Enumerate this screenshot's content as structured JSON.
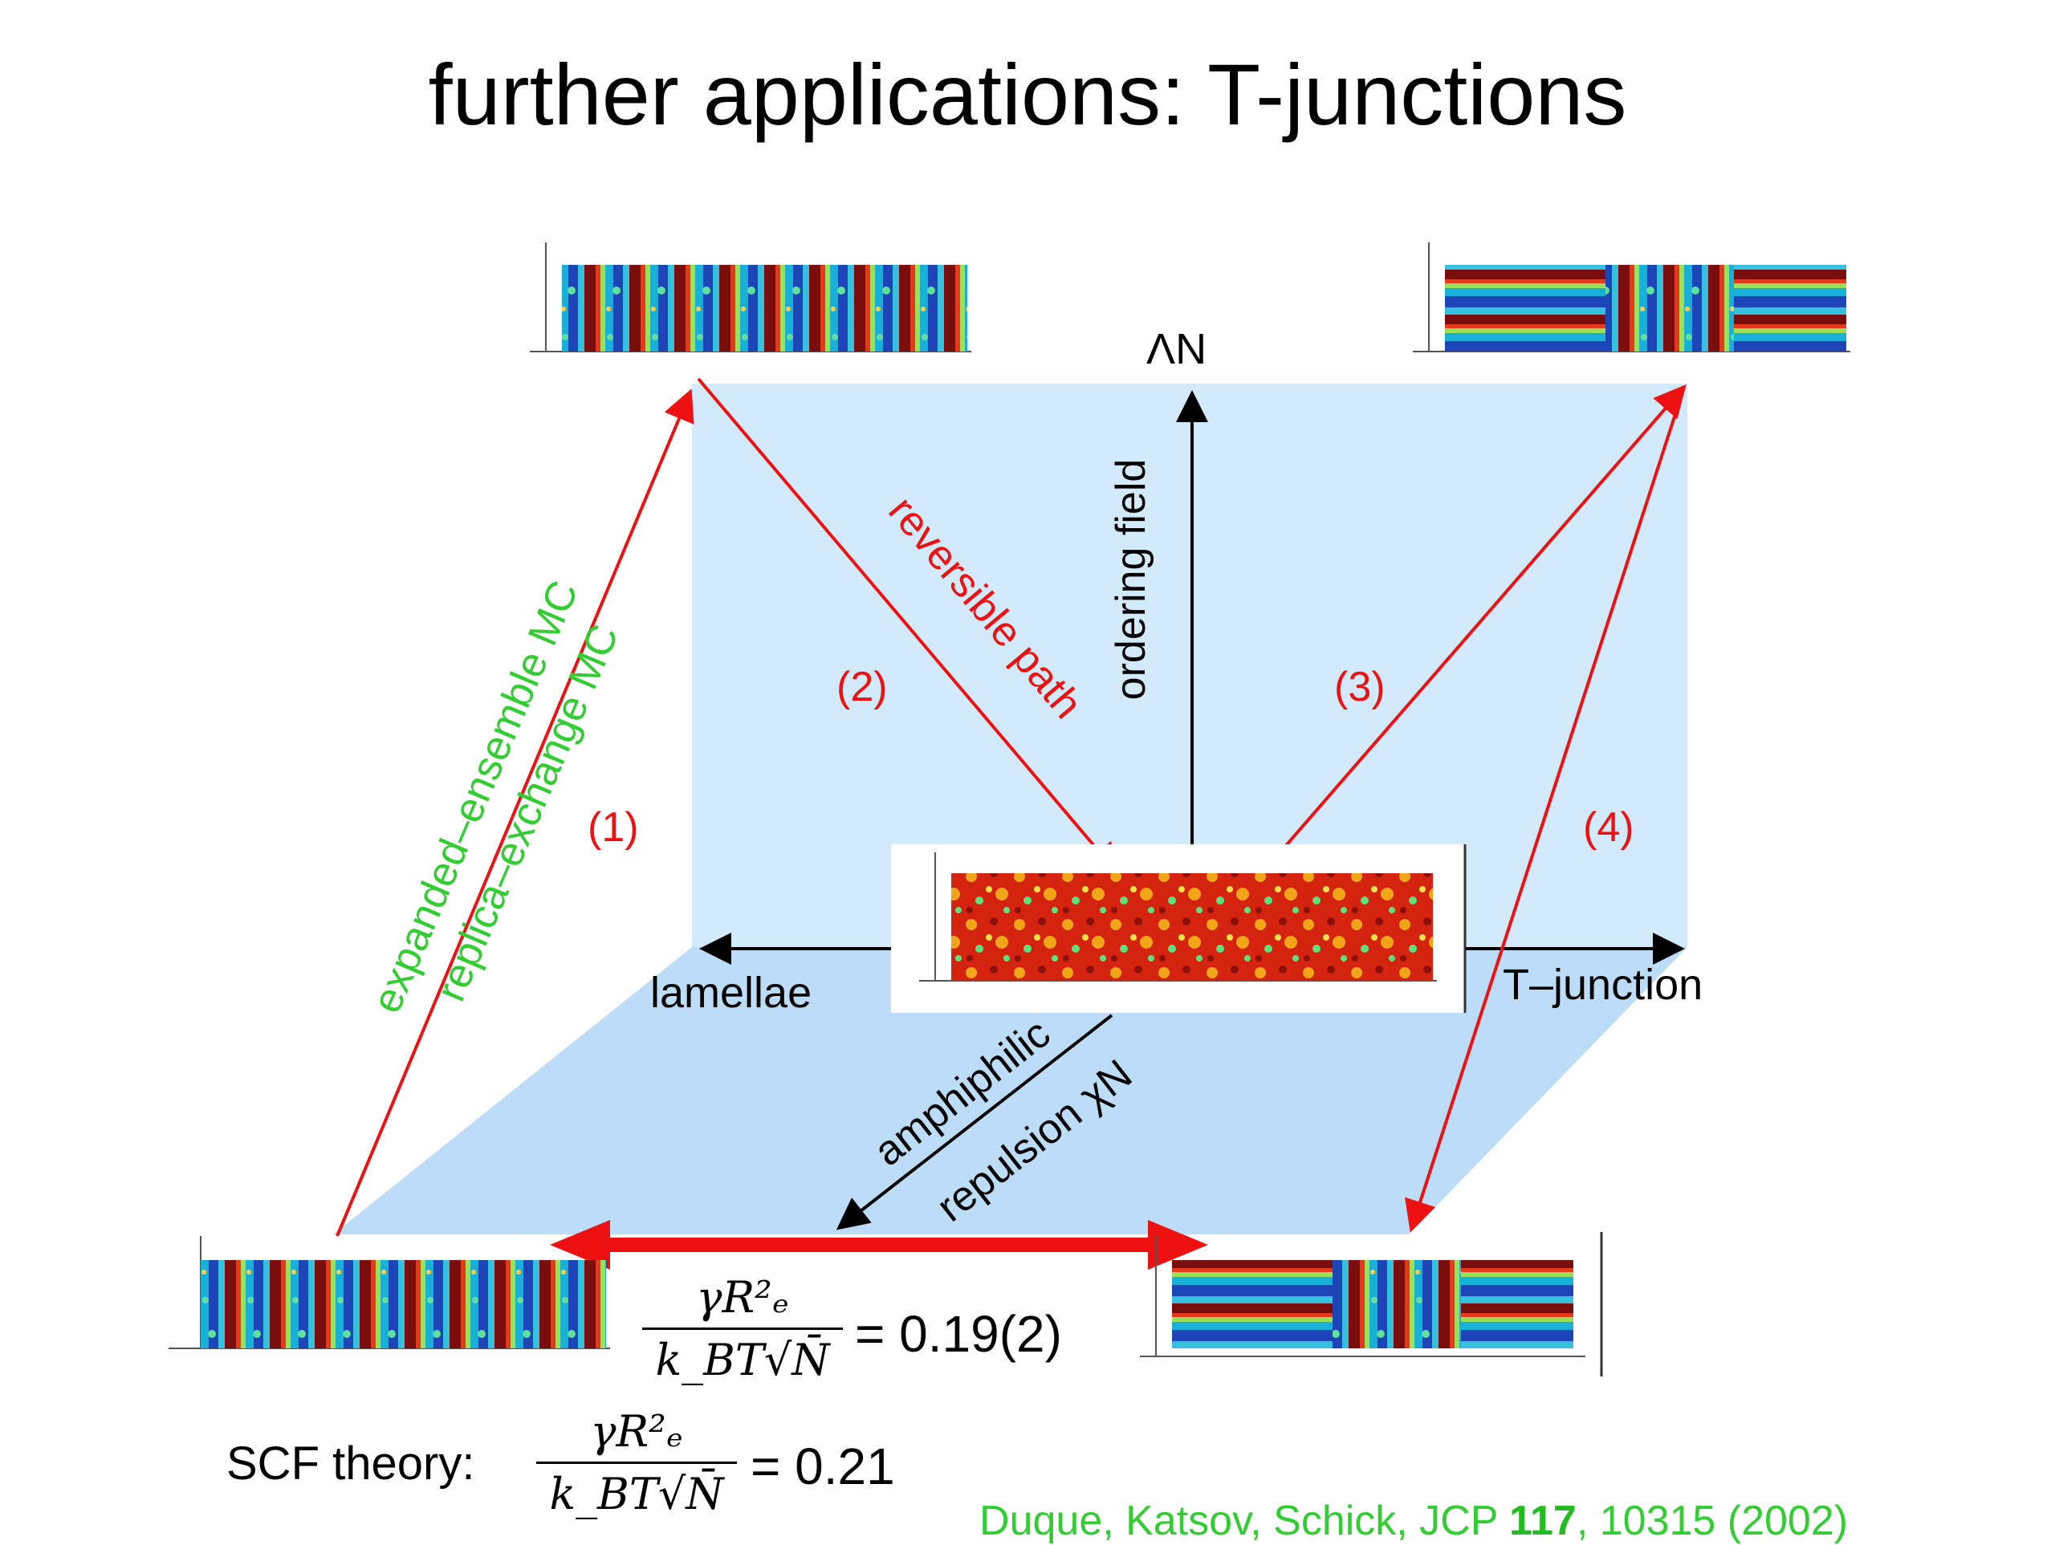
{
  "title": "further applications: T-junctions",
  "axes": {
    "vertical_symbol": "ΛN",
    "vertical_label": "ordering field",
    "left_label": "lamellae",
    "right_label": "T–junction",
    "diagonal_label_1": "amphiphilic",
    "diagonal_label_2": "repulsion χN"
  },
  "paths": {
    "p1": "(1)",
    "p2": "(2)",
    "p3": "(3)",
    "p4": "(4)",
    "method_1": "expanded–ensemble MC",
    "method_2": "replica–exchange MC",
    "reversible": "reversible path"
  },
  "equation_sim": {
    "numerator": "γR²ₑ",
    "denominator": "k_BT√N̄",
    "rhs": "= 0.19(2)"
  },
  "equation_scf": {
    "prefix": "SCF theory:",
    "numerator": "γR²ₑ",
    "denominator": "k_BT√N̄",
    "rhs": "= 0.21"
  },
  "citation": {
    "authors": "Duque, Katsov, Schick, JCP ",
    "volume": "117",
    "rest": ", 10315 (2002)"
  },
  "colors": {
    "arrow_red": "#ee1111",
    "label_green": "#33cc33",
    "plane_blue": "#cfe6fb",
    "plane_blue_floor": "#b9dcf8"
  }
}
